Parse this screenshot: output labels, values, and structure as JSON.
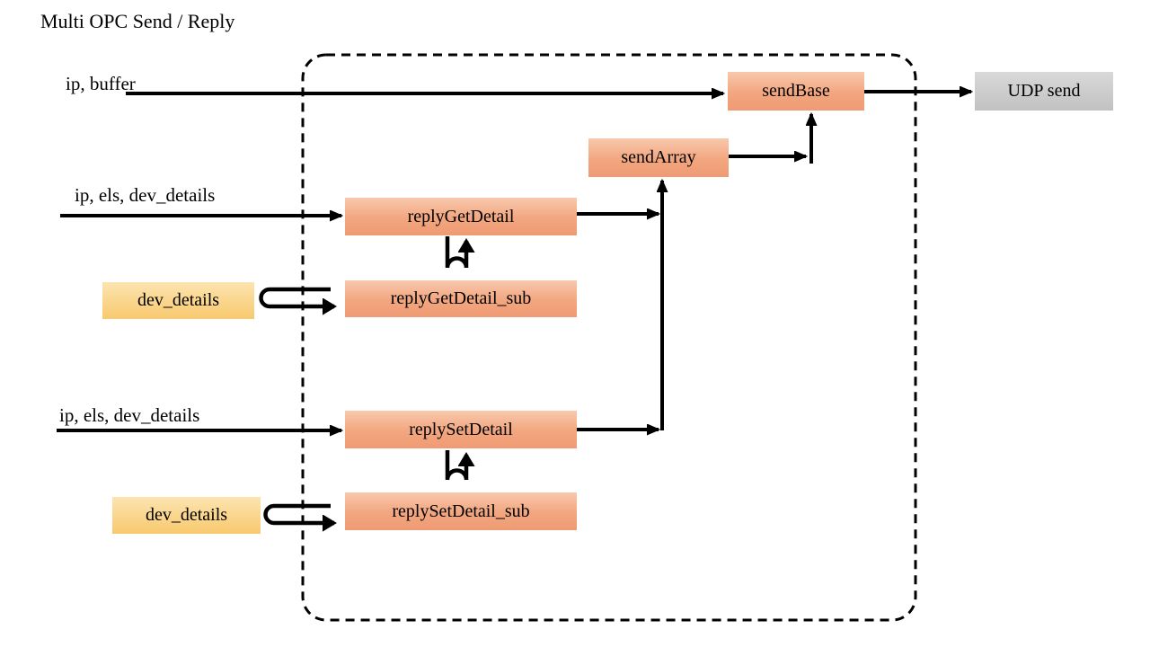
{
  "title": "Multi OPC Send / Reply",
  "nodes": {
    "send_base": {
      "label": "sendBase"
    },
    "udp_send": {
      "label": "UDP send"
    },
    "send_array": {
      "label": "sendArray"
    },
    "reply_get_detail": {
      "label": "replyGetDetail"
    },
    "reply_get_detail_sub": {
      "label": "replyGetDetail_sub"
    },
    "dev_details_get": {
      "label": "dev_details"
    },
    "reply_set_detail": {
      "label": "replySetDetail"
    },
    "reply_set_detail_sub": {
      "label": "replySetDetail_sub"
    },
    "dev_details_set": {
      "label": "dev_details"
    }
  },
  "flow_labels": {
    "ip_buffer": "ip, buffer",
    "ip_els_dev_details_top": "ip, els, dev_details",
    "ip_els_dev_details_bottom": "ip, els, dev_details"
  },
  "colors": {
    "function_box_top": "#F8C8AD",
    "function_box_bottom": "#EF9B74",
    "data_box_top": "#FCE4B0",
    "data_box_bottom": "#F8C96E",
    "external_box_top": "#D9D9D9",
    "external_box_bottom": "#C1C1C1",
    "connector": "#000000"
  }
}
